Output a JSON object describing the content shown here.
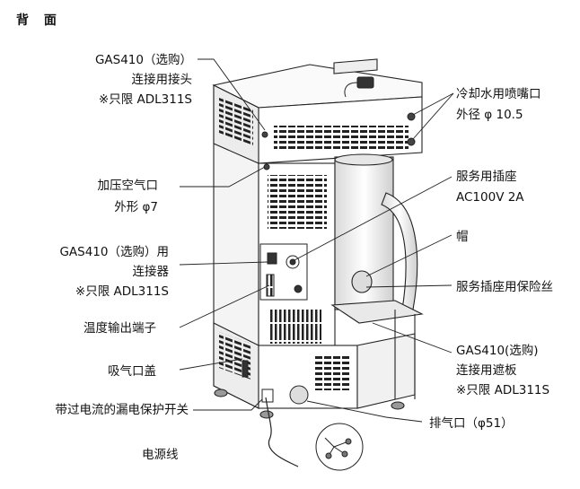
{
  "title": "背 面",
  "labels": {
    "gas410_joint": [
      "GAS410（选购）",
      "连接用接头",
      "※只限 ADL311S"
    ],
    "pressurized_air": [
      "加压空气口",
      "外形 φ7"
    ],
    "gas410_connector": [
      "GAS410（选购）用",
      "连接器",
      "※只限 ADL311S"
    ],
    "temp_output": [
      "温度输出端子"
    ],
    "intake_cover": [
      "吸气口盖"
    ],
    "breaker": [
      "带过电流的漏电保护开关"
    ],
    "power_cord": [
      "电源线"
    ],
    "cooling_water": [
      "冷却水用喷嘴口",
      "外径 φ 10.5"
    ],
    "service_outlet": [
      "服务用插座",
      "AC100V 2A"
    ],
    "cap": [
      "帽"
    ],
    "outlet_fuse": [
      "服务插座用保险丝"
    ],
    "gas410_shield": [
      "GAS410(选购)",
      "连接用遮板",
      "※只限 ADL311S"
    ],
    "exhaust": [
      "排气口（φ51）"
    ]
  }
}
